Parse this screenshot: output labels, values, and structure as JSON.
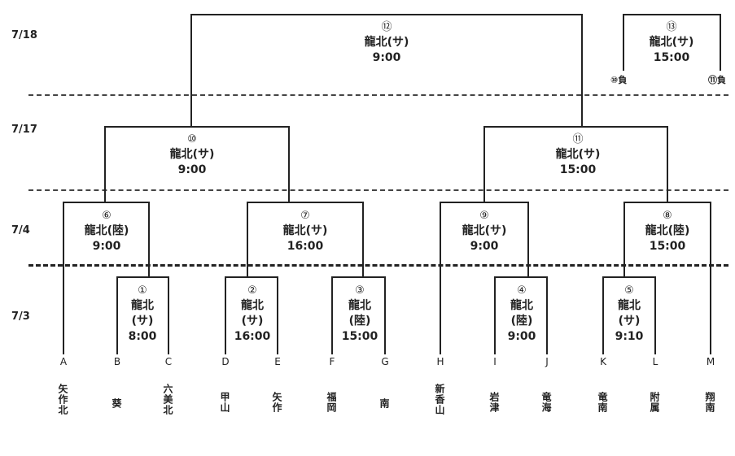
{
  "dates": {
    "d718": "7/18",
    "d717": "7/17",
    "d74": "7/4",
    "d73": "7/3"
  },
  "matches": {
    "m1": {
      "num": "①",
      "venue": "龍北",
      "court": "(サ)",
      "time": "8:00"
    },
    "m2": {
      "num": "②",
      "venue": "龍北",
      "court": "(サ)",
      "time": "16:00"
    },
    "m3": {
      "num": "③",
      "venue": "龍北",
      "court": "(陸)",
      "time": "15:00"
    },
    "m4": {
      "num": "④",
      "venue": "龍北",
      "court": "(陸)",
      "time": "9:00"
    },
    "m5": {
      "num": "⑤",
      "venue": "龍北",
      "court": "(サ)",
      "time": "9:10"
    },
    "m6": {
      "num": "⑥",
      "venue": "龍北(陸)",
      "time": "9:00"
    },
    "m7": {
      "num": "⑦",
      "venue": "龍北(サ)",
      "time": "16:00"
    },
    "m8": {
      "num": "⑧",
      "venue": "龍北(陸)",
      "time": "15:00"
    },
    "m9": {
      "num": "⑨",
      "venue": "龍北(サ)",
      "time": "9:00"
    },
    "m10": {
      "num": "⑩",
      "venue": "龍北(サ)",
      "time": "9:00"
    },
    "m11": {
      "num": "⑪",
      "venue": "龍北(サ)",
      "time": "15:00"
    },
    "m12": {
      "num": "⑫",
      "venue": "龍北(サ)",
      "time": "9:00"
    },
    "m13": {
      "num": "⑬",
      "venue": "龍北(サ)",
      "time": "15:00",
      "left_lose": "⑩負",
      "right_lose": "⑪負"
    }
  },
  "teams": [
    {
      "code": "A",
      "school": "矢作北"
    },
    {
      "code": "B",
      "school": "葵"
    },
    {
      "code": "C",
      "school": "六美北"
    },
    {
      "code": "D",
      "school": "甲山"
    },
    {
      "code": "E",
      "school": "矢作"
    },
    {
      "code": "F",
      "school": "福岡"
    },
    {
      "code": "G",
      "school": "南"
    },
    {
      "code": "H",
      "school": "新香山"
    },
    {
      "code": "I",
      "school": "岩津"
    },
    {
      "code": "J",
      "school": "竜海"
    },
    {
      "code": "K",
      "school": "竜南"
    },
    {
      "code": "L",
      "school": "附属"
    },
    {
      "code": "M",
      "school": "翔南"
    }
  ]
}
